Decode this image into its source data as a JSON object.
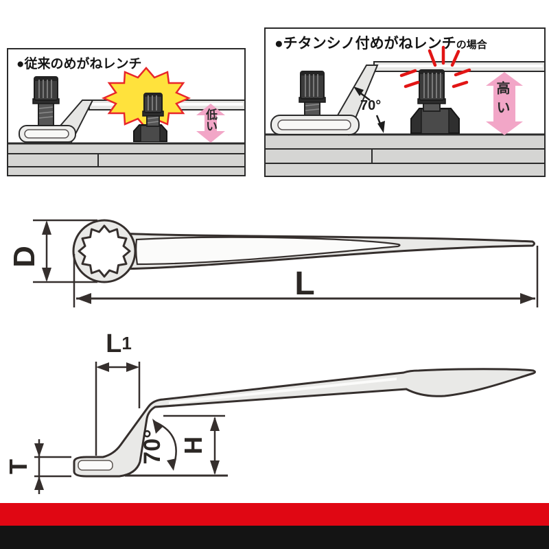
{
  "header_panels": {
    "left": {
      "title": "●従来のめがねレンチ",
      "arrow_label": "低い"
    },
    "right": {
      "title": "●チタンシノ付めがねレンチ",
      "title_suffix": "の場合",
      "arrow_label": "高い",
      "angle": "70°"
    }
  },
  "plan_view": {
    "diameter_label": "D",
    "length_label": "L"
  },
  "side_view": {
    "offset_label": "L",
    "offset_sub": "1",
    "thickness_label": "T",
    "height_label": "H",
    "angle": "70°"
  },
  "colors": {
    "stripe_red": "#e00713",
    "stripe_black": "#141414",
    "pink_arrow": "#f2a6c7",
    "burst_yellow": "#ffe23c",
    "impact_red": "#e21515",
    "metal_light": "#e9e9e7",
    "base_gray": "#d5d5d3",
    "line_dark": "#352f2d"
  }
}
